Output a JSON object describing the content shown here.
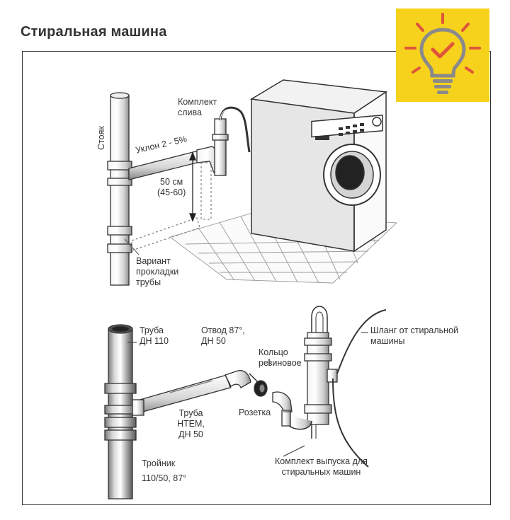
{
  "title": "Стиральная машина",
  "colors": {
    "badge": "#f7d21c",
    "line": "#333333",
    "icon_accent": "#e0543a"
  },
  "icons": {
    "badge_icon": "lightbulb-check-icon"
  },
  "top_labels": {
    "stoyak": "Стояк",
    "komplekt_sliva": [
      "Комплект",
      "слива"
    ],
    "uklon": "Уклон 2 - 5%",
    "height": [
      "50 см",
      "(45-60)"
    ],
    "variant": [
      "Вариант",
      "прокладки",
      "трубы"
    ]
  },
  "bottom_labels": {
    "truba_dn110": [
      "Труба",
      "ДН 110"
    ],
    "otvod": [
      "Отвод  87°,",
      "ДН 50"
    ],
    "kolco": [
      "Кольцо",
      "резиновое"
    ],
    "shlang": [
      "Шланг от стиральной",
      "машины"
    ],
    "truba_htem": [
      "Труба",
      "HTEM,",
      "ДН 50"
    ],
    "rozetka": "Розетка",
    "troynik": [
      "Тройник",
      "110/50, 87°"
    ],
    "komplekt_vypuska": [
      "Комплект выпуска для",
      "стиральных машин"
    ]
  }
}
